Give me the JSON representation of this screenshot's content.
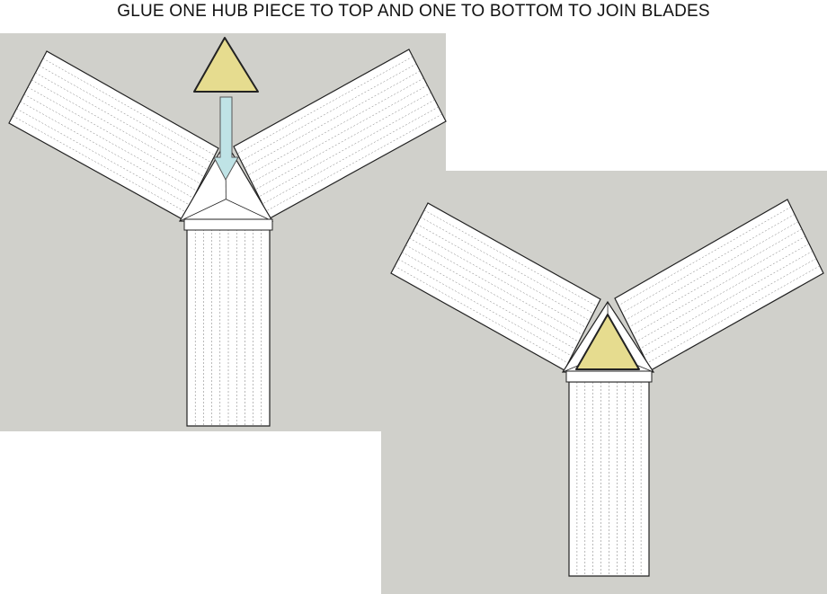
{
  "title": "GLUE ONE HUB PIECE TO TOP AND ONE TO BOTTOM TO JOIN BLADES",
  "colors": {
    "background_panel": "#d0d0cb",
    "hub_piece": "#e6dc8f",
    "arrow": "#bfe3e6",
    "blade": "#ffffff",
    "outline": "#222222"
  },
  "figures": [
    {
      "name": "before-assembly",
      "hub_piece": "separate-above-with-down-arrow"
    },
    {
      "name": "after-assembly",
      "hub_piece": "glued-on-hub"
    }
  ]
}
